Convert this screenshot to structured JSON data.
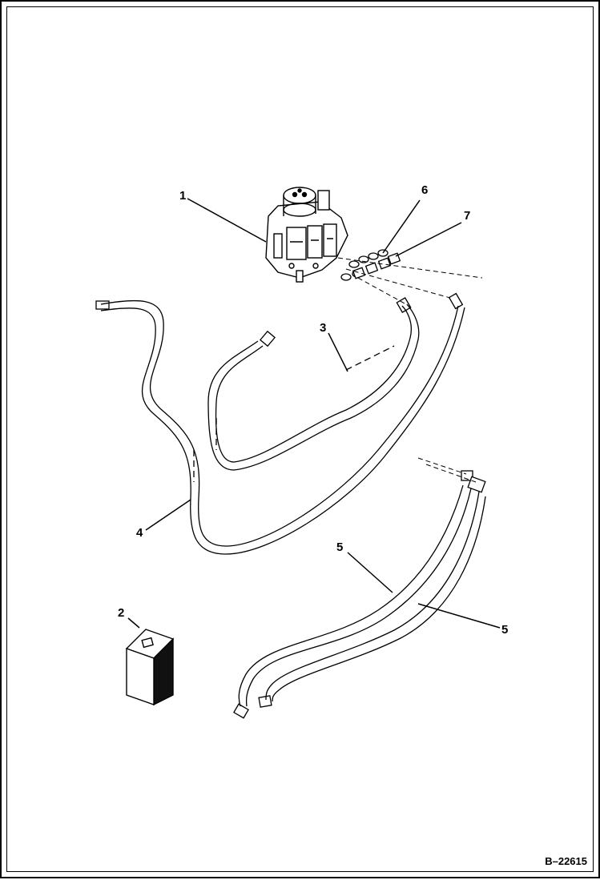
{
  "callouts": {
    "c1": "1",
    "c2": "2",
    "c3": "3",
    "c4": "4",
    "c5a": "5",
    "c5b": "5",
    "c6": "6",
    "c7": "7"
  },
  "figure_id": "B–22615",
  "icons": [
    "control-valve-icon",
    "o-ring-icon",
    "fitting-icon",
    "hose-icon",
    "manual-box-icon"
  ]
}
